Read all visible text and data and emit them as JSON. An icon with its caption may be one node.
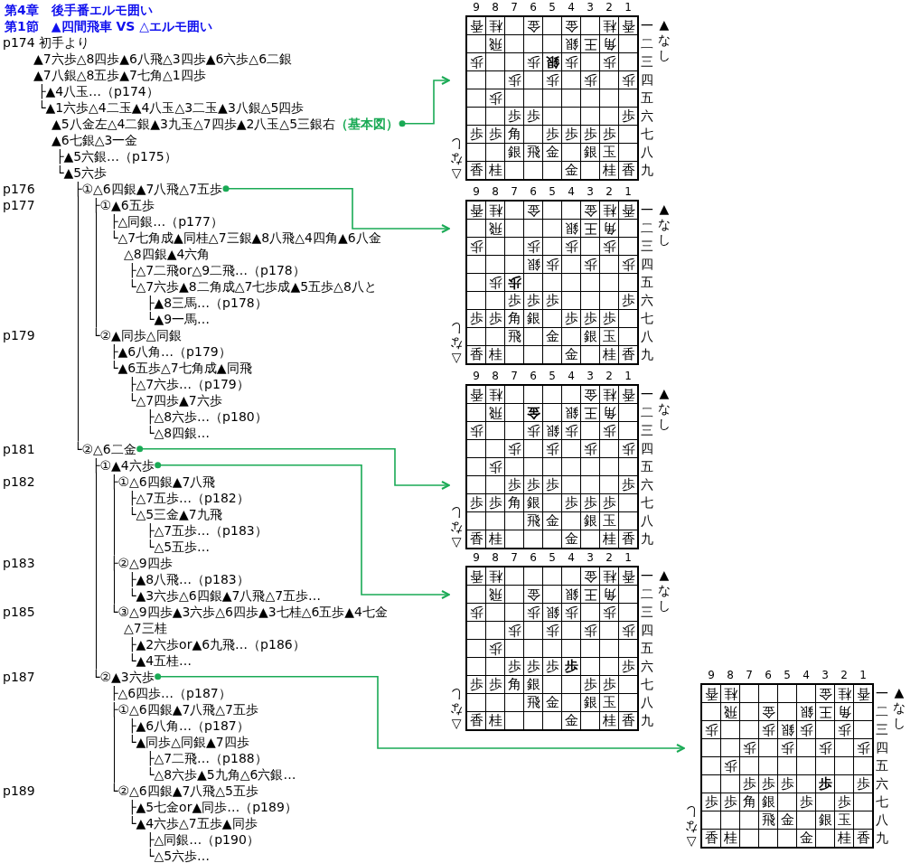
{
  "diagram": {
    "title": "第4章　後手番エルモ囲い",
    "nodes": [
      {
        "text": [
          "（基本図）"
        ]
      },
      {
        "text": [
          "├①△6四銀▲7八飛△7五歩"
        ]
      },
      {
        "text": [
          "└②△6二金"
        ]
      },
      {
        "text": [
          "├①▲4六歩"
        ]
      },
      {
        "text": [
          "└②▲3六歩"
        ]
      },
      {
        "text": [
          "9",
          "8",
          "7",
          "6",
          "5",
          "4",
          "3",
          "2",
          "1",
          "香",
          "桂",
          "金",
          "金",
          "桂",
          "香",
          "一",
          "飛",
          "銀",
          "王",
          "角",
          "二",
          "歩",
          "歩",
          "銀",
          "歩",
          "歩",
          "三",
          "歩",
          "歩",
          "歩",
          "歩",
          "四",
          "歩",
          "五",
          "歩",
          "歩",
          "歩",
          "六",
          "歩",
          "歩",
          "角",
          "歩",
          "歩",
          "歩",
          "歩",
          "七",
          "銀",
          "飛",
          "金",
          "銀",
          "玉",
          "八",
          "香",
          "桂",
          "金",
          "桂",
          "香",
          "九",
          "▲なし",
          "△なし"
        ]
      },
      {
        "text": [
          "9",
          "8",
          "7",
          "6",
          "5",
          "4",
          "3",
          "2",
          "1",
          "香",
          "桂",
          "金",
          "金",
          "桂",
          "香",
          "一",
          "飛",
          "銀",
          "王",
          "角",
          "二",
          "歩",
          "歩",
          "歩",
          "歩",
          "三",
          "銀",
          "歩",
          "歩",
          "歩",
          "四",
          "歩",
          "歩",
          "五",
          "歩",
          "歩",
          "歩",
          "歩",
          "六",
          "歩",
          "歩",
          "角",
          "銀",
          "歩",
          "歩",
          "歩",
          "七",
          "飛",
          "金",
          "銀",
          "玉",
          "八",
          "香",
          "桂",
          "金",
          "桂",
          "香",
          "九",
          "▲なし",
          "△なし"
        ]
      },
      {
        "text": [
          "9",
          "8",
          "7",
          "6",
          "5",
          "4",
          "3",
          "2",
          "1",
          "香",
          "桂",
          "金",
          "桂",
          "香",
          "一",
          "飛",
          "金",
          "銀",
          "王",
          "角",
          "二",
          "歩",
          "歩",
          "銀",
          "歩",
          "歩",
          "三",
          "歩",
          "歩",
          "歩",
          "歩",
          "四",
          "歩",
          "五",
          "歩",
          "歩",
          "歩",
          "歩",
          "六",
          "歩",
          "歩",
          "角",
          "銀",
          "歩",
          "歩",
          "歩",
          "七",
          "飛",
          "金",
          "銀",
          "玉",
          "八",
          "香",
          "桂",
          "金",
          "桂",
          "香",
          "九",
          "▲なし",
          "△なし"
        ]
      },
      {
        "text": [
          "9",
          "8",
          "7",
          "6",
          "5",
          "4",
          "3",
          "2",
          "1",
          "香",
          "桂",
          "金",
          "桂",
          "香",
          "一",
          "飛",
          "金",
          "銀",
          "王",
          "角",
          "二",
          "歩",
          "歩",
          "銀",
          "歩",
          "歩",
          "三",
          "歩",
          "歩",
          "歩",
          "歩",
          "四",
          "歩",
          "五",
          "歩",
          "歩",
          "歩",
          "歩",
          "歩",
          "六",
          "歩",
          "歩",
          "角",
          "銀",
          "歩",
          "歩",
          "七",
          "飛",
          "金",
          "銀",
          "玉",
          "八",
          "香",
          "桂",
          "金",
          "桂",
          "香",
          "九",
          "▲なし",
          "△なし"
        ]
      },
      {
        "text": [
          "9",
          "8",
          "7",
          "6",
          "5",
          "4",
          "3",
          "2",
          "1",
          "香",
          "桂",
          "金",
          "桂",
          "香",
          "一",
          "飛",
          "金",
          "銀",
          "王",
          "角",
          "二",
          "歩",
          "歩",
          "銀",
          "歩",
          "歩",
          "三",
          "歩",
          "歩",
          "歩",
          "歩",
          "四",
          "歩",
          "五",
          "歩",
          "歩",
          "歩",
          "歩",
          "歩",
          "六",
          "歩",
          "歩",
          "角",
          "銀",
          "歩",
          "歩",
          "七",
          "飛",
          "金",
          "銀",
          "玉",
          "八",
          "香",
          "桂",
          "金",
          "桂",
          "香",
          "九",
          "▲なし",
          "△なし"
        ]
      }
    ],
    "edges": [
      {
        "from": 0,
        "to": 5,
        "arrow": "to"
      },
      {
        "from": 1,
        "to": 6,
        "arrow": "to"
      },
      {
        "from": 2,
        "to": 7,
        "arrow": "to"
      },
      {
        "from": 3,
        "to": 8,
        "arrow": "to"
      },
      {
        "from": 4,
        "to": 9,
        "arrow": "to"
      },
      {
        "from": 1,
        "to": 2,
        "arrow": "none",
        "color": "#000000"
      },
      {
        "from": 3,
        "to": 4,
        "arrow": "none",
        "color": "#000000"
      }
    ],
    "labels": [
      "第1節　▲四間飛車 VS △エルモ囲い",
      "p174 初手より",
      "▲7六歩△8四歩▲6八飛△3四歩▲6六歩△6二銀",
      "▲7八銀△8五歩▲7七角△1四歩",
      "├▲4八玉…（p174）",
      "└▲1六歩△4二玉▲4八玉△3二玉▲3八銀△5四歩",
      "▲5八金左△4二銀▲3九玉△7四歩▲2八玉△5三銀右",
      "▲6七銀△3一金",
      "├▲5六銀…（p175）",
      "└▲5六歩",
      "p176",
      "p177",
      "├①▲6五歩",
      "├△同銀…（p177）",
      "└△7七角成▲同桂△7三銀▲8八飛△4四角▲6八金",
      "△8四銀▲4六角",
      "├△7二飛or△9二飛…（p178）",
      "└△7六歩▲8二角成△7七歩成▲5五歩△8八と",
      "├▲8三馬…（p178）",
      "└▲9一馬…",
      "p179",
      "└②▲同歩△同銀",
      "├▲6八角…（p179）",
      "└▲6五歩△7七角成▲同飛",
      "├△7六歩…（p179）",
      "└△7四歩▲7六歩",
      "├△8六歩…（p180）",
      "└△8四銀…",
      "p181",
      "p182",
      "├①△6四銀▲7八飛",
      "├△7五歩…（p182）",
      "└△5三金▲7九飛",
      "├△7五歩…（p183）",
      "└△5五歩…",
      "p183",
      "├②△9四歩",
      "├▲8八飛…（p183）",
      "└▲3六歩△6四銀▲7八飛△7五歩…",
      "p185",
      "└③△9四歩▲3六歩△6四歩▲3七桂△6五歩▲4七金",
      "△7三桂",
      "├▲2六歩or▲6九飛…（p186）",
      "└▲4五桂…",
      "p187",
      "├△6四歩…（p187）",
      "├①△6四銀▲7八飛△7五歩",
      "├▲6八角…（p187）",
      "└▲同歩△同銀▲7四歩",
      "├△7二飛…（p188）",
      "└△8六歩▲5九角△6六銀…",
      "p189",
      "└②△6四銀▲7八飛△5五歩",
      "├▲5七金or▲同歩…（p189）",
      "└▲4六歩△7五歩▲同歩",
      "├△同銀…（p190）",
      "└△5六歩…"
    ]
  }
}
